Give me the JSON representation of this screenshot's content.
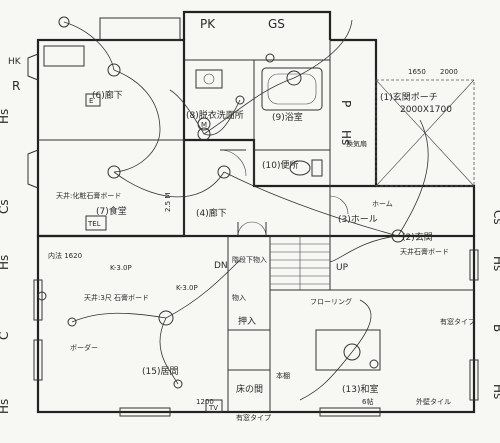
{
  "rooms": {
    "porch": "(1)玄関ポーチ",
    "porch_size": "2000X1700",
    "entrance": "(2)玄関",
    "hall": "(3)ホール",
    "corridor": "(4)廊下",
    "dining": "(7)食堂",
    "washroom": "(8)脱衣洗面所",
    "bath": "(9)浴室",
    "toilet": "(10)便所",
    "japanese": "(13)和室",
    "living": "(15)居間",
    "hall_upper": "(6)廊下"
  },
  "labels": {
    "pk": "PK",
    "gs": "GS",
    "oshiire": "押入",
    "tokonoma": "床の間",
    "up": "UP",
    "dn": "DN",
    "stair_storage": "階段下物入",
    "closet": "物入",
    "ceiling_spec_1": "天井:化粧石膏ボード",
    "ceiling_spec_2": "天井石膏ボード",
    "kitchen_spec": "天井:3尺 石膏ボード",
    "flooring": "フローリング",
    "tatami": "6帖",
    "bookshelf": "本棚",
    "ridge_note_1": "K-3.0P",
    "ridge_note_2": "K-3.0P",
    "inner_size": "内法 1620",
    "dim_1650": "1650",
    "dim_1200": "1200",
    "dim_2000": "2000",
    "tel": "TEL",
    "tv": "TV",
    "hs": "Hs",
    "cs": "Cs",
    "c": "C",
    "b": "B",
    "p": "P",
    "r": "R",
    "exhaust": "換気扇",
    "kitchen_side": "ボーダー",
    "hall_light": "ホーム",
    "walk": "外壁タイル",
    "foot": "有窓タイプ",
    "foot2": "有窓タイプ",
    "hk": "HK",
    "ebadge": "E",
    "mbadge": "M",
    "scale_vert": "2.5 M"
  }
}
